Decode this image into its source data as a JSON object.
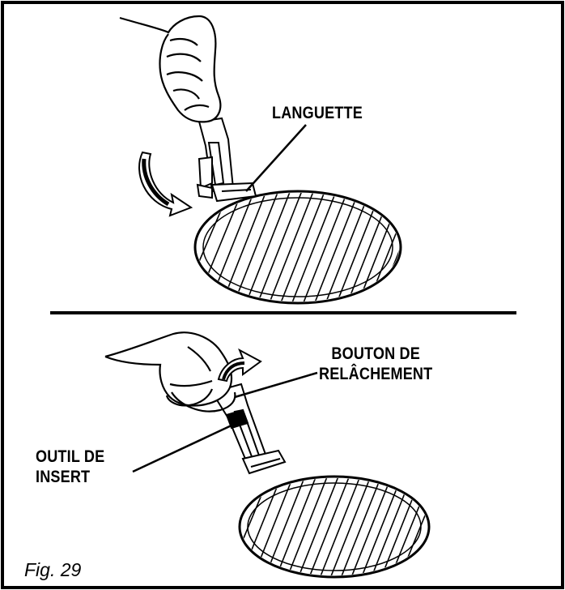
{
  "labels": {
    "top_tab": "LANGUETTE",
    "release_button_line1": "BOUTON DE",
    "release_button_line2": "RELÂCHEMENT",
    "insert_tool_line1": "OUTIL DE",
    "insert_tool_line2": "INSERT"
  },
  "caption": "Fig. 29"
}
